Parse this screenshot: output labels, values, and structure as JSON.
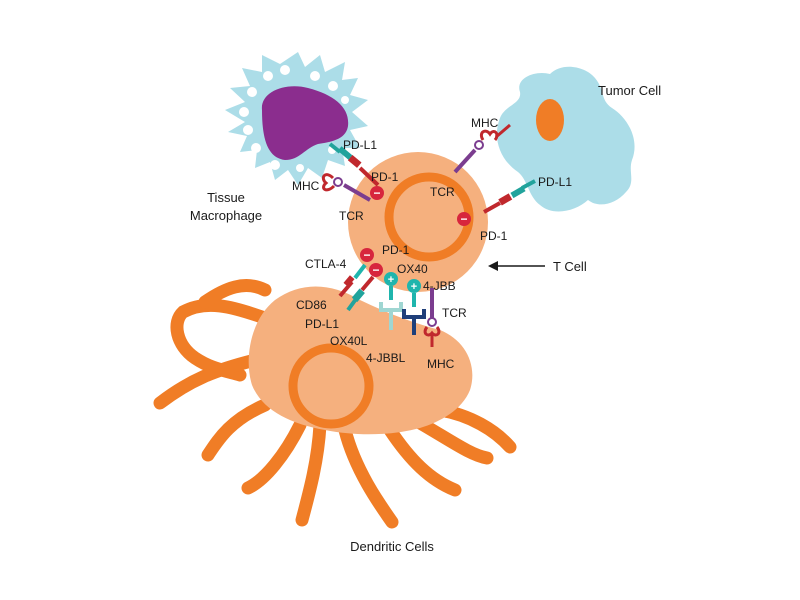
{
  "labels": {
    "tumor_cell": "Tumor Cell",
    "tissue": "Tissue",
    "macrophage": "Macrophage",
    "t_cell": "T Cell",
    "dendritic_cells": "Dendritic Cells",
    "pdl1_macrophage": "PD-L1",
    "mhc_macrophage": "MHC",
    "pd1_macrophage": "PD-1",
    "tcr_macrophage": "TCR",
    "mhc_tumor": "MHC",
    "tcr_tumor": "TCR",
    "pdl1_tumor": "PD-L1",
    "pd1_tumor": "PD-1",
    "ctla4": "CTLA-4",
    "pd1_dendritic": "PD-1",
    "ox40": "OX40",
    "four_1bb": "4-JBB",
    "cd86": "CD86",
    "pdl1_dendritic": "PD-L1",
    "ox40l": "OX40L",
    "four_1bbl": "4-JBBL",
    "mhc_dendritic": "MHC",
    "tcr_dendritic": "TCR"
  },
  "symbols": {
    "minus": "−",
    "plus": "+"
  },
  "colors": {
    "dendritic_body": "#f5b07e",
    "orange": "#f07d26",
    "macrophage_body": "#acdde8",
    "macrophage_nucleus": "#8b2d8e",
    "tumor_body": "#acdde8",
    "inhibitory_marker": "#d7263d",
    "activating_marker": "#1fb5ad",
    "tcr_color": "#7b3d8f",
    "mhc_color": "#c0282d",
    "pdl1_color": "#21a39c",
    "ox40l_color": "#9fd6d2",
    "four_1bbl_color": "#1f3f7a"
  }
}
